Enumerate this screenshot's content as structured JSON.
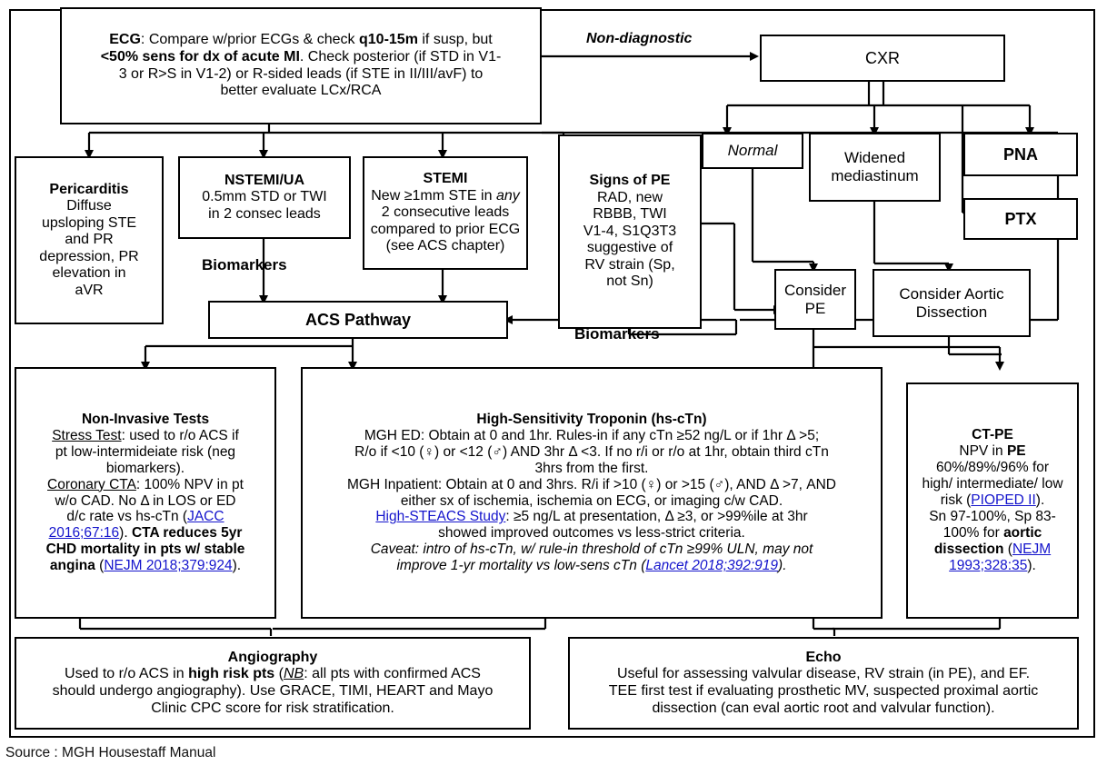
{
  "title": "Chest Pain / ACS Evaluation Flowchart",
  "caption": "Source : MGH Housestaff Manual",
  "colors": {
    "line": "#000000",
    "box_border": "#000000",
    "background": "#ffffff",
    "link": "#1414cc"
  },
  "edge_labels": {
    "non_diagnostic": "Non-diagnostic",
    "biomarkers_left": "Biomarkers",
    "biomarkers_right": "Biomarkers"
  },
  "nodes": {
    "ecg": {
      "name": "ECG",
      "lines": [
        "ECG: Compare w/prior ECGs & check q10-15m if susp, but",
        "<50% sens for dx of acute MI. Check posterior (if STD in V1-",
        "3 or R>S in V1-2) or R-sided leads (if STE in II/III/avF) to",
        "better evaluate LCx/RCA"
      ]
    },
    "cxr": {
      "name": "CXR",
      "label": "CXR"
    },
    "normal": {
      "name": "Normal",
      "label": "Normal"
    },
    "widened_mediastinum": {
      "name": "Widened mediastinum",
      "line1": "Widened",
      "line2": "mediastinum"
    },
    "pna": {
      "name": "PNA",
      "label": "PNA"
    },
    "ptx": {
      "name": "PTX",
      "label": "PTX"
    },
    "pericarditis": {
      "title": "Pericarditis",
      "lines": [
        "Diffuse",
        "upsloping STE",
        "and PR",
        "depression, PR",
        "elevation in",
        "aVR"
      ]
    },
    "nstemi_ua": {
      "title": "NSTEMI/UA",
      "lines": [
        "0.5mm STD or TWI",
        "in 2 consec leads"
      ]
    },
    "stemi": {
      "title": "STEMI",
      "lines": [
        "New ≥1mm STE in any",
        "2 consecutive leads",
        "compared to prior ECG",
        "(see ACS chapter)"
      ]
    },
    "signs_of_pe": {
      "title": "Signs of PE",
      "lines": [
        "RAD, new",
        "RBBB, TWI",
        "V1-4, S1Q3T3",
        "suggestive of",
        "RV strain (Sp,",
        "not Sn)"
      ]
    },
    "consider_pe": {
      "line1": "Consider",
      "line2": "PE"
    },
    "consider_aortic_dissection": {
      "line1": "Consider Aortic",
      "line2": "Dissection"
    },
    "acs_pathway": {
      "label": "ACS Pathway"
    },
    "non_invasive_tests": {
      "title": "Non-Invasive Tests",
      "lines": [
        "Stress Test: used to r/o ACS if",
        "pt low-intermideiate risk (neg",
        "biomarkers).",
        "Coronary CTA: 100% NPV in pt",
        "w/o CAD. No Δ in LOS or ED",
        "d/c rate vs hs-cTn (JACC",
        "2016;67:16). CTA reduces 5yr",
        "CHD mortality in pts w/ stable",
        "angina (NEJM 2018;379:924)."
      ],
      "links": [
        "JACC 2016;67:16",
        "NEJM 2018;379:924"
      ]
    },
    "hs_troponin": {
      "title": "High-Sensitivity Troponin (hs-cTn)",
      "lines": [
        "MGH ED: Obtain at 0 and 1hr. Rules-in if any cTn ≥52 ng/L or if 1hr Δ >5;",
        "R/o if <10 (♀) or <12 (♂) AND 3hr Δ <3. If no r/i or r/o at 1hr, obtain third cTn",
        "3hrs from the first.",
        "MGH Inpatient: Obtain at 0 and 3hrs. R/i if >10 (♀) or >15 (♂), AND Δ >7, AND",
        "either sx of ischemia, ischemia on ECG, or imaging c/w CAD.",
        "High-STEACS Study: ≥5 ng/L at presentation, Δ ≥3, or >99%ile at 3hr",
        "showed improved outcomes vs less-strict criteria.",
        "Caveat: intro of hs-cTn, w/ rule-in threshold of cTn ≥99% ULN, may not",
        "improve 1-yr mortality vs low-sens cTn (Lancet 2018;392:919)."
      ],
      "links": [
        "High-STEACS Study",
        "Lancet 2018;392:919"
      ]
    },
    "ct_pe": {
      "title": "CT-PE",
      "lines": [
        "NPV in PE",
        "60%/89%/96% for",
        "high/ intermediate/ low",
        "risk (PIOPED II).",
        "Sn 97-100%, Sp 83-",
        "100% for aortic",
        "dissection (NEJM",
        "1993;328:35)."
      ],
      "links": [
        "PIOPED II",
        "NEJM 1993;328:35"
      ]
    },
    "angiography": {
      "title": "Angiography",
      "lines": [
        "Used to r/o ACS in high risk pts (NB: all pts with confirmed ACS",
        "should undergo angiography). Use GRACE, TIMI, HEART and Mayo",
        "Clinic CPC score for risk stratification."
      ]
    },
    "echo": {
      "title": "Echo",
      "lines": [
        "Useful for assessing valvular disease, RV strain (in PE), and EF.",
        "TEE first test if evaluating prosthetic MV, suspected proximal aortic",
        "dissection (can eval aortic root and valvular function)."
      ]
    }
  }
}
